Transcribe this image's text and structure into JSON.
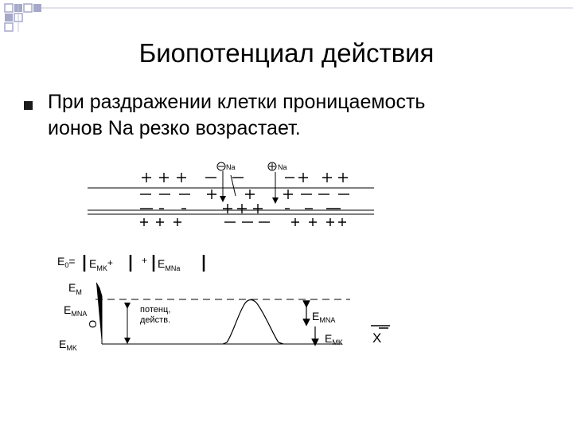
{
  "slide": {
    "title": "Биопотенциал действия",
    "bullet_lines": [
      "При раздражении клетки проницаемость",
      "ионов Na резко возрастает."
    ]
  },
  "diagram": {
    "ion_na_left": "Na",
    "ion_na_right": "Na",
    "left_plus": "+",
    "e0_label": "E",
    "e0_sub": "0",
    "e0_eq": "=",
    "emk_label": "E",
    "emk_sub": "MK",
    "emk_sup": "+",
    "plus_sign": "+",
    "emna_label": "E",
    "emna_sub": "MNa",
    "em_label": "E",
    "em_sub": "M",
    "left_emna_label": "E",
    "left_emna_sub": "MNA",
    "zero_label": "O",
    "left_emk_label": "E",
    "left_emk_sub": "MK",
    "curve_label_1": "потенц,",
    "curve_label_2": "действ.",
    "right_emna_label": "E",
    "right_emna_sub": "MNA",
    "right_emk_label": "E",
    "right_emk_sub": "MK",
    "x_label": "X"
  },
  "colors": {
    "corner_squares": "#a5a8c8",
    "ink": "#000000"
  }
}
